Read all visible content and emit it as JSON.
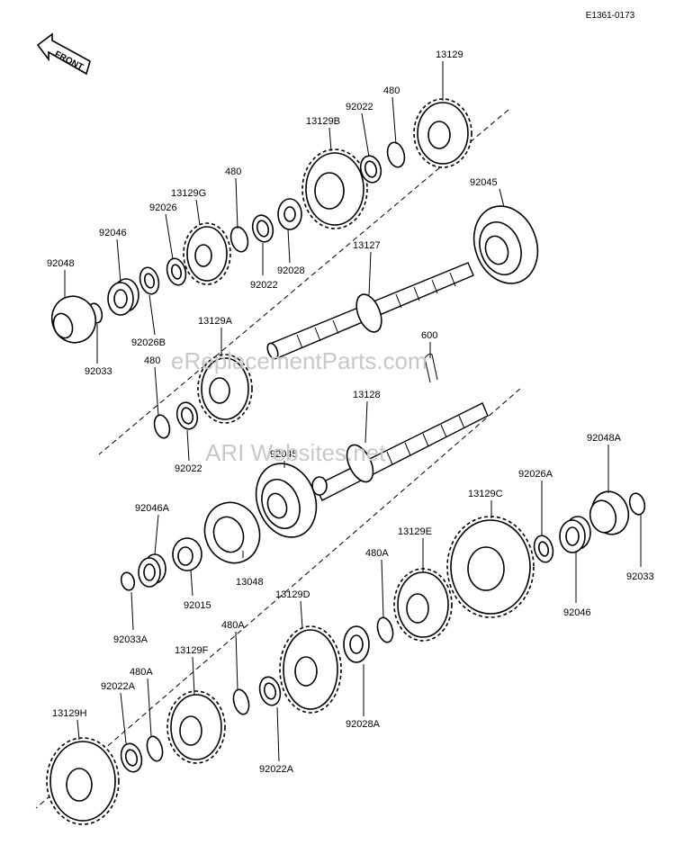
{
  "diagram": {
    "ref_code": "E1361-0173",
    "front_label": "FRONT",
    "watermark_top": "eReplacementParts.com",
    "watermark_bottom": "ARI Websites.net",
    "labels": {
      "p13129": "13129",
      "p480_top": "480",
      "p92022_top": "92022",
      "p13129B": "13129B",
      "p92045_top": "92045",
      "p480_mid": "480",
      "p13129G": "13129G",
      "p92026": "92026",
      "p92046_top": "92046",
      "p92048": "92048",
      "p92028": "92028",
      "p92022_mid": "92022",
      "p13127": "13127",
      "p92026B": "92026B",
      "p92033_top": "92033",
      "p13129A": "13129A",
      "p480_left": "480",
      "p92022_left": "92022",
      "p600": "600",
      "p13128": "13128",
      "p92045_mid": "92045",
      "p92048A": "92048A",
      "p92026A": "92026A",
      "p13129C": "13129C",
      "p92046A": "92046A",
      "p13129E": "13129E",
      "p480A_right": "480A",
      "p92033_right": "92033",
      "p92046_right": "92046",
      "p13048": "13048",
      "p92015": "92015",
      "p92033A": "92033A",
      "p13129D": "13129D",
      "p480A_mid": "480A",
      "p13129F": "13129F",
      "p92022A_left": "92022A",
      "p480A_left": "480A",
      "p13129H": "13129H",
      "p92028A": "92028A",
      "p92022A_bottom": "92022A"
    }
  }
}
